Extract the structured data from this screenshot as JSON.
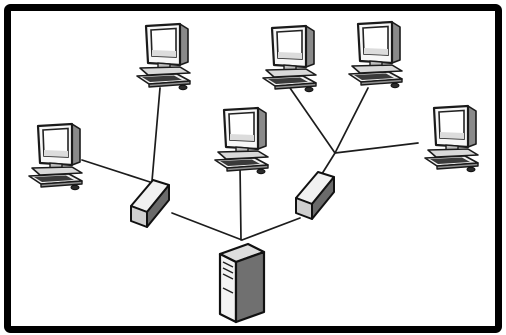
{
  "diagram": {
    "nodes": [
      {
        "id": "pc-top-left",
        "kind": "computer"
      },
      {
        "id": "pc-left",
        "kind": "computer"
      },
      {
        "id": "pc-center",
        "kind": "computer"
      },
      {
        "id": "pc-top-middle",
        "kind": "computer"
      },
      {
        "id": "pc-top-right",
        "kind": "computer"
      },
      {
        "id": "pc-right",
        "kind": "computer"
      },
      {
        "id": "switch-left",
        "kind": "switch"
      },
      {
        "id": "switch-right",
        "kind": "switch"
      },
      {
        "id": "server",
        "kind": "server"
      }
    ],
    "edges": [
      {
        "from": "pc-top-left",
        "to": "switch-left"
      },
      {
        "from": "pc-left",
        "to": "switch-left"
      },
      {
        "from": "pc-top-middle",
        "to": "switch-right"
      },
      {
        "from": "pc-top-right",
        "to": "switch-right"
      },
      {
        "from": "pc-right",
        "to": "switch-right"
      },
      {
        "from": "switch-left",
        "to": "server"
      },
      {
        "from": "pc-center",
        "to": "server"
      },
      {
        "from": "switch-right",
        "to": "server"
      }
    ],
    "colors": {
      "line": "#1c1c1c",
      "frame": "#000000",
      "background": "#ffffff"
    }
  }
}
